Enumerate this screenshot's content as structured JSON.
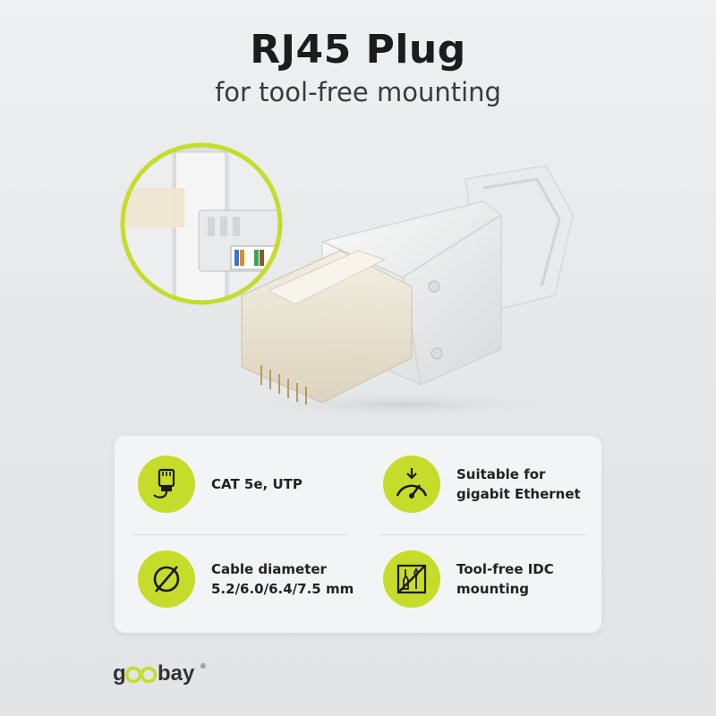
{
  "header": {
    "title": "RJ45 Plug",
    "subtitle": "for tool-free mounting"
  },
  "features": [
    {
      "label": "CAT 5e, UTP",
      "icon": "rj45-cable-icon"
    },
    {
      "label": "Suitable for\ngigabit Ethernet",
      "icon": "speed-gauge-icon"
    },
    {
      "label": "Cable diameter\n5.2/6.0/6.4/7.5 mm",
      "icon": "diameter-icon"
    },
    {
      "label": "Tool-free IDC\nmounting",
      "icon": "no-tools-icon"
    }
  ],
  "brand": {
    "logo_text": "goobay",
    "registered": "®"
  },
  "colors": {
    "accent": "#c6dc2a",
    "card": "#f3f4f5",
    "background": "#e8eaec"
  }
}
